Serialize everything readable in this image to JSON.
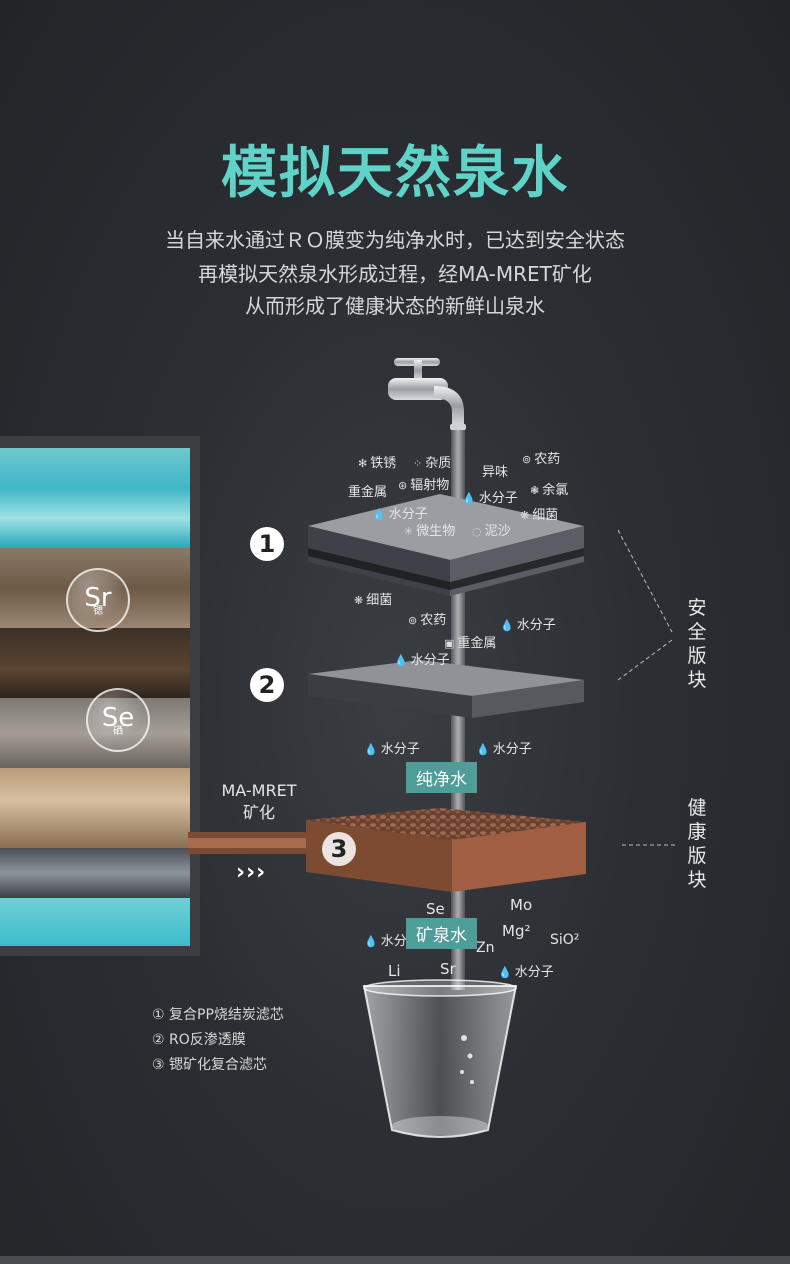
{
  "title": "模拟天然泉水",
  "intro_lines": [
    "当自来水通过ＲＯ膜变为纯净水时，已达到安全状态",
    "再模拟天然泉水形成过程，经MA-MRET矿化",
    "从而形成了健康状态的新鲜山泉水"
  ],
  "strata_bubbles": [
    {
      "symbol": "Sr",
      "name": "锶"
    },
    {
      "symbol": "Se",
      "name": "硒"
    }
  ],
  "stage1": {
    "number": "1",
    "inputs": [
      "铁锈",
      "杂质",
      "异味",
      "农药",
      "重金属",
      "辐射物",
      "水分子",
      "余氯",
      "水分子",
      "细菌",
      "微生物",
      "泥沙"
    ]
  },
  "stage2": {
    "number": "2",
    "inputs": [
      "细菌",
      "农药",
      "水分子",
      "重金属",
      "水分子"
    ],
    "outputs": [
      "水分子",
      "水分子"
    ],
    "tag": "纯净水"
  },
  "stage3": {
    "number": "3",
    "process_label_1": "MA-MRET",
    "process_label_2": "矿化",
    "arrows": "›››",
    "minerals": [
      "Se",
      "Mo",
      "Mg²",
      "SiO²",
      "Zn",
      "Li",
      "Sr"
    ],
    "outputs": [
      "水分子",
      "水分子"
    ],
    "tag": "矿泉水"
  },
  "side_blocks": {
    "safe": "安全版块",
    "healthy": "健康版块"
  },
  "legend": [
    "① 复合PP烧结炭滤芯",
    "② RO反渗透膜",
    "③ 锶矿化复合滤芯"
  ],
  "colors": {
    "accent": "#5fd3c8",
    "tag": "#4f9d99",
    "mineral_block": "#8a4e34"
  }
}
